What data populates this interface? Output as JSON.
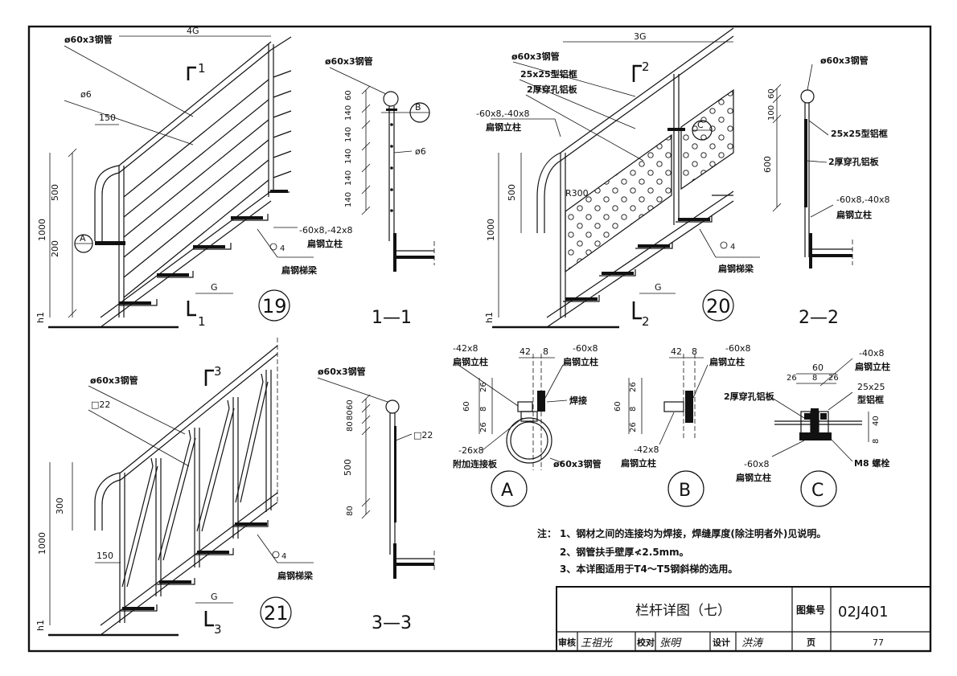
{
  "title_block": {
    "title": "栏杆详图（七）",
    "atlas_label": "图集号",
    "atlas_no": "02J401",
    "review_label": "审核",
    "review_sign": "王祖光",
    "check_label": "校对",
    "check_sign": "张明",
    "design_label": "设计",
    "design_sign": "洪涛",
    "page_label": "页",
    "page_no": "77"
  },
  "notes": {
    "prefix": "注：",
    "items": [
      "1、钢材之间的连接均为焊接，焊缝厚度(除注明者外)见说明。",
      "2、钢管扶手壁厚≮2.5mm。",
      "3、本详图适用于T4～T5钢斜梯的选用。"
    ]
  },
  "detail19": {
    "num": "19",
    "top_dim": "4G",
    "pipe": "ø60x3钢管",
    "rod": "ø6",
    "d150": "150",
    "d500": "500",
    "d1000": "1000",
    "d200": "200",
    "h1": "h1",
    "g": "G",
    "bubble": "A",
    "weld": "4",
    "post": "-60x8,-42x8",
    "post_name": "扁钢立柱",
    "stringer": "扁钢梯梁",
    "sec_top": "1",
    "sec_bot": "1"
  },
  "section11": {
    "label": "1—1",
    "pipe": "ø60x3钢管",
    "dims": [
      "60",
      "140",
      "140",
      "140",
      "140",
      "140"
    ],
    "rod": "ø6",
    "bubble": "B"
  },
  "detail20": {
    "num": "20",
    "top_dim": "3G",
    "pipe": "ø60x3钢管",
    "frame": "25x25型铝框",
    "plate": "2厚穿孔铝板",
    "post": "-60x8,-40x8",
    "post_name": "扁钢立柱",
    "d500": "500",
    "d1000": "1000",
    "r300": "R300",
    "h1": "h1",
    "g": "G",
    "bubble": "C",
    "weld": "4",
    "stringer": "扁钢梯梁",
    "sec_top": "2",
    "sec_bot": "2"
  },
  "section22": {
    "label": "2—2",
    "pipe": "ø60x3钢管",
    "dims": [
      "60",
      "100",
      "600"
    ],
    "frame": "25x25型铝框",
    "plate": "2厚穿孔铝板",
    "post": "-60x8,-40x8",
    "post_name": "扁钢立柱"
  },
  "detail21": {
    "num": "21",
    "pipe": "ø60x3钢管",
    "bar": "□22",
    "d300": "300",
    "d1000": "1000",
    "d150": "150",
    "h1": "h1",
    "g": "G",
    "weld": "4",
    "stringer": "扁钢梯梁",
    "sec_top": "3",
    "sec_bot": "3"
  },
  "section33": {
    "label": "3—3",
    "pipe": "ø60x3钢管",
    "dims": [
      "60",
      "80",
      "80",
      "500",
      "80"
    ],
    "bar": "□22"
  },
  "nodeA": {
    "label": "A",
    "p1": "-42x8",
    "p1_name": "扁钢立柱",
    "d42": "42",
    "d8": "8",
    "p2": "-60x8",
    "p2_name": "扁钢立柱",
    "dims": [
      "26",
      "8",
      "26"
    ],
    "d60": "60",
    "weld": "焊接",
    "plate": "-26x8",
    "plate_name": "附加连接板",
    "pipe": "ø60x3钢管"
  },
  "nodeB": {
    "label": "B",
    "d42": "42",
    "d8": "8",
    "p2": "-60x8",
    "p2_name": "扁钢立柱",
    "dims": [
      "26",
      "8",
      "26"
    ],
    "d60": "60",
    "p1": "-42x8",
    "p1_name": "扁钢立柱"
  },
  "nodeC": {
    "label": "C",
    "d60": "60",
    "dims": [
      "26",
      "8",
      "26"
    ],
    "p1": "-40x8",
    "p1_name": "扁钢立柱",
    "frame1": "25x25",
    "frame2": "型铝框",
    "plate": "2厚穿孔铝板",
    "d40": "40",
    "d8": "8",
    "p2": "-60x8",
    "p2_name": "扁钢立柱",
    "bolt": "M8 螺栓"
  }
}
